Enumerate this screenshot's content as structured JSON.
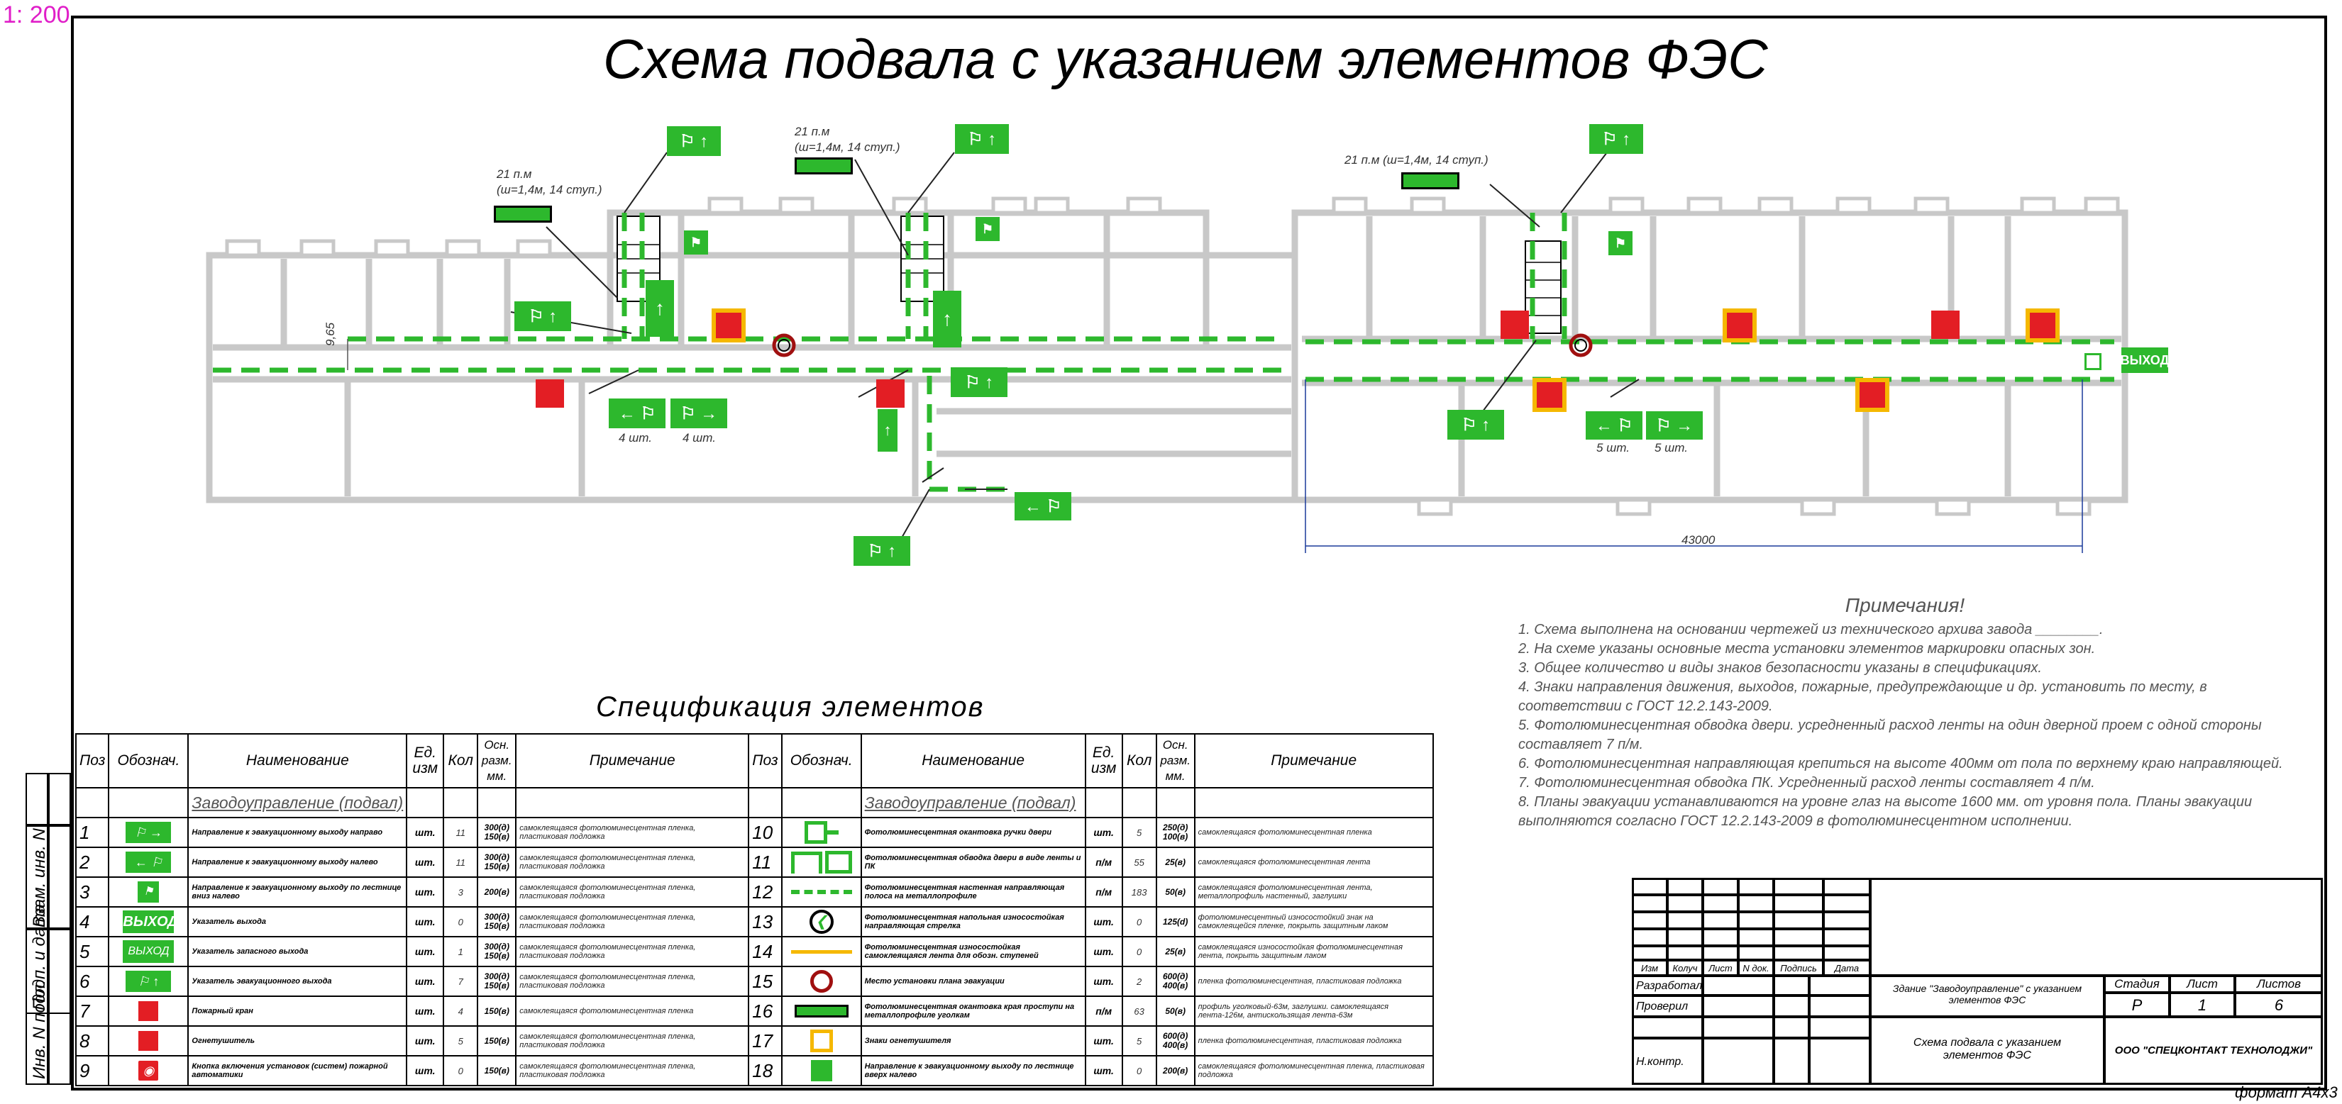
{
  "scale": "1: 200",
  "title": "Схема подвала  с указанием элементов ФЭС",
  "plan": {
    "stair_labels": [
      {
        "l1": "21 п.м",
        "l2": "(ш=1,4м, 14 ступ.)"
      },
      {
        "l1": "21 п.м",
        "l2": "(ш=1,4м, 14 ступ.)"
      },
      {
        "l1": "21 п.м (ш=1,4м, 14 ступ.)",
        "l2": ""
      }
    ],
    "dim_left": "9,65",
    "dim_bottom": "43000",
    "count_labels": [
      "4 шт.",
      "4 шт.",
      "5 шт.",
      "5 шт."
    ],
    "exit_label": "ВЫХОД"
  },
  "spec_title": "Спецификация  элементов",
  "spec_headers": {
    "pos": "Поз",
    "designation": "Обознач.",
    "name": "Наименование",
    "unit": "Ед. изм",
    "qty": "Кол",
    "size": "Осн. разм. мм.",
    "note": "Примечание"
  },
  "spec_group": "Заводоуправление  (подвал)",
  "spec_left": [
    {
      "pos": "1",
      "sym": "exit-right",
      "name": "Направление к эвакуационному выходу направо",
      "unit": "шт.",
      "qty": "11",
      "size": "300(д) 150(в)",
      "note": "самоклеящаяся фотолюминесцентная пленка, пластиковая подложка"
    },
    {
      "pos": "2",
      "sym": "exit-left",
      "name": "Направление к эвакуационному выходу налево",
      "unit": "шт.",
      "qty": "11",
      "size": "300(д) 150(в)",
      "note": "самоклеящаяся фотолюминесцентная пленка, пластиковая подложка"
    },
    {
      "pos": "3",
      "sym": "stairs-down",
      "name": "Направление к эвакуационному выходу по лестнице вниз налево",
      "unit": "шт.",
      "qty": "3",
      "size": "200(в)",
      "note": "самоклеящаяся фотолюминесцентная пленка, пластиковая подложка"
    },
    {
      "pos": "4",
      "sym": "exit-text",
      "name": "Указатель выхода",
      "unit": "шт.",
      "qty": "0",
      "size": "300(д) 150(в)",
      "note": "самоклеящаяся фотолюминесцентная пленка, пластиковая подложка"
    },
    {
      "pos": "5",
      "sym": "spare-exit",
      "name": "Указатель запасного выхода",
      "unit": "шт.",
      "qty": "1",
      "size": "300(д) 150(в)",
      "note": "самоклеящаяся фотолюминесцентная пленка, пластиковая подложка"
    },
    {
      "pos": "6",
      "sym": "evac-exit",
      "name": "Указатель эвакуационного выхода",
      "unit": "шт.",
      "qty": "7",
      "size": "300(д) 150(в)",
      "note": "самоклеящаяся фотолюминесцентная пленка, пластиковая подложка"
    },
    {
      "pos": "7",
      "sym": "fire-hydrant",
      "name": "Пожарный кран",
      "unit": "шт.",
      "qty": "4",
      "size": "150(в)",
      "note": "самоклеящаяся фотолюминесцентная пленка"
    },
    {
      "pos": "8",
      "sym": "extinguisher",
      "name": "Огнетушитель",
      "unit": "шт.",
      "qty": "5",
      "size": "150(в)",
      "note": "самоклеящаяся фотолюминесцентная пленка, пластиковая подложка"
    },
    {
      "pos": "9",
      "sym": "alarm-button",
      "name": "Кнопка включения установок (систем) пожарной автоматики",
      "unit": "шт.",
      "qty": "0",
      "size": "150(в)",
      "note": "самоклеящаяся фотолюминесцентная пленка, пластиковая подложка"
    }
  ],
  "spec_right": [
    {
      "pos": "10",
      "sym": "outline-door",
      "name": "Фотолюминесцентная окантовка ручки двери",
      "unit": "шт.",
      "qty": "5",
      "size": "250(д) 100(в)",
      "note": "самоклеящаяся фотолюминесцентная пленка"
    },
    {
      "pos": "11",
      "sym": "outline-frame",
      "name": "Фотолюминесцентная обводка двери в виде ленты и ПК",
      "unit": "п/м",
      "qty": "55",
      "size": "25(в)",
      "note": "самоклеящаяся фотолюминесцентная лента"
    },
    {
      "pos": "12",
      "sym": "dash-line",
      "name": "Фотолюминесцентная настенная направляющая полоса на металлопрофиле",
      "unit": "п/м",
      "qty": "183",
      "size": "50(в)",
      "note": "самоклеящаяся фотолюминесцентная лента, металлопрофиль настенный, заглушки"
    },
    {
      "pos": "13",
      "sym": "circle-arrow",
      "name": "Фотолюминесцентная напольная износостойкая направляющая стрелка",
      "unit": "шт.",
      "qty": "0",
      "size": "125(d)",
      "note": "фотолюминесцентный износостойкий знак на самоклеящейся пленке, покрыть защитным лаком"
    },
    {
      "pos": "14",
      "sym": "yellow-line",
      "name": "Фотолюминесцентная износостойкая самоклеящаяся лента для обозн. ступеней",
      "unit": "шт.",
      "qty": "0",
      "size": "25(в)",
      "note": "самоклеящаяся износостойкая фотолюминесцентная лента, покрыть защитным лаком"
    },
    {
      "pos": "15",
      "sym": "ring",
      "name": "Место установки плана эвакуации",
      "unit": "шт.",
      "qty": "2",
      "size": "600(д) 400(в)",
      "note": "пленка фотолюминесцентная, пластиковая подложка"
    },
    {
      "pos": "16",
      "sym": "stair-tape",
      "name": "Фотолюминесцентная окантовка края проступи на металлопрофиле уголкам",
      "unit": "п/м",
      "qty": "63",
      "size": "50(в)",
      "note": "профиль уголковый-63м, заглушки. самоклеящаяся лента-126м, антискользящая лента-63м"
    },
    {
      "pos": "17",
      "sym": "yellow-square",
      "name": "Знаки огнетушителя",
      "unit": "шт.",
      "qty": "5",
      "size": "600(д) 400(в)",
      "note": "пленка фотолюминесцентная, пластиковая подложка"
    },
    {
      "pos": "18",
      "sym": "green-square",
      "name": "Направление к эвакуационному выходу по лестнице вверх налево",
      "unit": "шт.",
      "qty": "0",
      "size": "200(в)",
      "note": "самоклеящаяся фотолюминесцентная пленка, пластиковая подложка"
    }
  ],
  "notes_title": "Примечания!",
  "notes": [
    "1. Схема выполнена на основании чертежей из технического архива завода ________.",
    "2. На схеме указаны основные места установки элементов маркировки опасных зон.",
    "3. Общее количество и виды знаков безопасности указаны в спецификациях.",
    "4. Знаки направления движения, выходов, пожарные, предупреждающие и др. установить по месту, в соответствии с ГОСТ 12.2.143-2009.",
    "5.  Фотолюминесцентная обводка двери. усредненный расход ленты на один дверной проем с одной стороны составляет 7 п/м.",
    "6. Фотолюминесцентная направляющая крепиться на высоте 400мм от пола по верхнему краю направляющей.",
    "7. Фотолюминесцентная обводка ПК. Усредненный расход ленты  составляет 4 п/м.",
    "8. Планы эвакуации устанавливаются на уровне глаз на высоте 1600 мм. от уровня пола. Планы эвакуации выполняются согласно ГОСТ 12.2.143-2009 в фотолюминесцентном исполнении."
  ],
  "title_block": {
    "headers": [
      "Изм",
      "Колуч",
      "Лист",
      "N док.",
      "Подпись",
      "Дата"
    ],
    "roles": [
      "Разработал",
      "Проверил",
      "",
      "Н.контр."
    ],
    "object": "Здание \"Заводоуправление\" с указанием элементов ФЭС",
    "stage_h": "Стадия",
    "sheet_h": "Лист",
    "sheets_h": "Листов",
    "stage": "Р",
    "sheet": "1",
    "sheets": "6",
    "drawing": "Схема подвала с указанием элементов ФЭС",
    "company": "ООО \"СПЕЦКОНТАКТ ТЕХНОЛОДЖИ\""
  },
  "side_stamp": [
    "Инв. N подл.",
    "Подп. и дата",
    "Взам. инв. N"
  ],
  "format": "формат  А4х3",
  "colors": {
    "green": "#2db82d",
    "red": "#e31e24",
    "yellow": "#f5b800",
    "wall": "#d0d0d0",
    "dashline": "#2db82d",
    "scale": "#e01ec8"
  }
}
